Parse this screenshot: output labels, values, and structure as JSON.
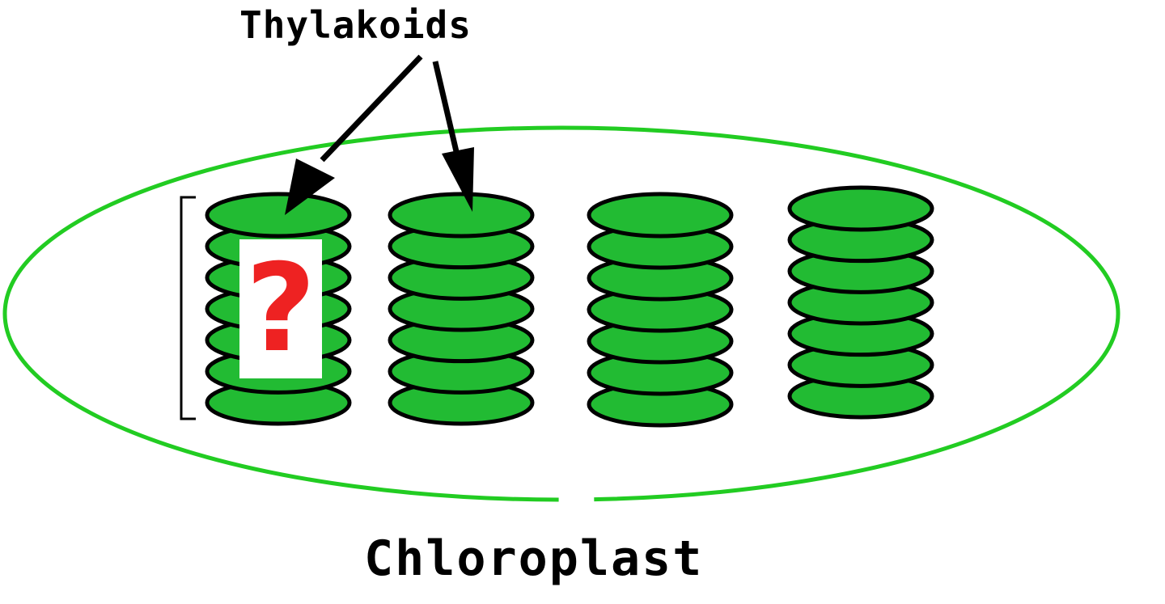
{
  "labels": {
    "top": "Thylakoids",
    "bottom": "Chloroplast",
    "unknown": "?"
  },
  "colors": {
    "membrane": "#22cc22",
    "disk_fill": "#22bb33",
    "outline": "#000000",
    "unknown": "#ee2222"
  },
  "stacks": [
    {
      "disks": 7,
      "unknown": true
    },
    {
      "disks": 7,
      "unknown": false
    },
    {
      "disks": 7,
      "unknown": false
    },
    {
      "disks": 7,
      "unknown": false
    }
  ]
}
